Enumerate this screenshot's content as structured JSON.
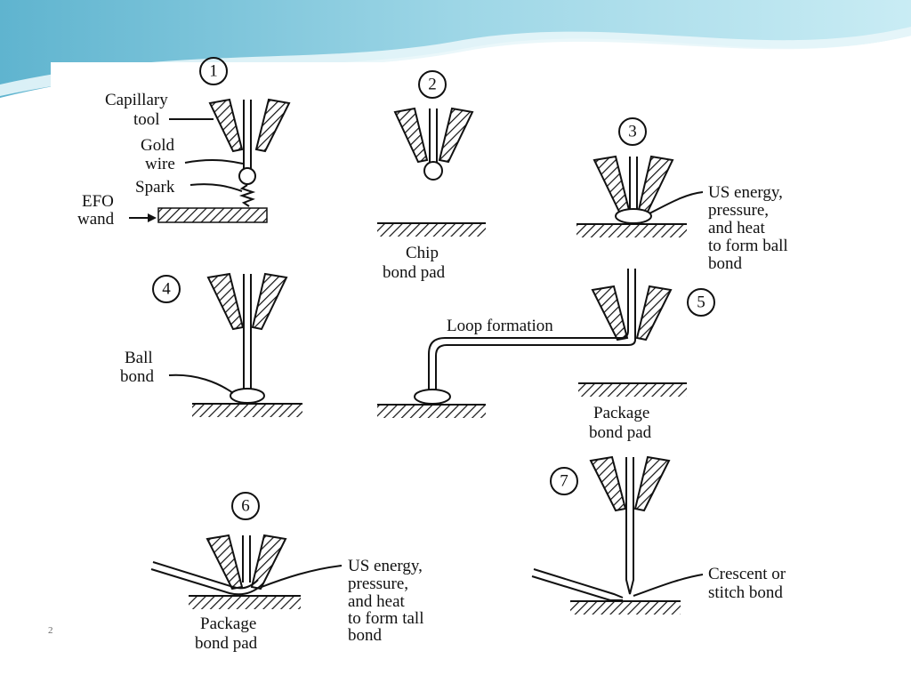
{
  "colors": {
    "background_top": "#7fc7dc",
    "wave_light": "#d6eef5",
    "ink": "#111111"
  },
  "steps": [
    {
      "number": "1",
      "labels": {
        "capillary": [
          "Capillary",
          "tool"
        ],
        "wire": [
          "Gold",
          "wire"
        ],
        "spark": "Spark",
        "efo": [
          "EFO",
          "wand"
        ]
      }
    },
    {
      "number": "2",
      "labels": {
        "pad": [
          "Chip",
          "bond pad"
        ]
      }
    },
    {
      "number": "3",
      "labels": {
        "note": [
          "US energy,",
          "pressure,",
          "and heat",
          "to form ball",
          "bond"
        ]
      }
    },
    {
      "number": "4",
      "labels": {
        "ball": [
          "Ball",
          "bond"
        ]
      }
    },
    {
      "number": "5",
      "labels": {
        "loop": "Loop formation",
        "pad": [
          "Package",
          "bond pad"
        ]
      }
    },
    {
      "number": "6",
      "labels": {
        "note": [
          "US energy,",
          "pressure,",
          "and heat",
          "to form tall",
          "bond"
        ],
        "pad": [
          "Package",
          "bond pad"
        ]
      }
    },
    {
      "number": "7",
      "labels": {
        "note": [
          "Crescent or",
          "stitch bond"
        ]
      }
    }
  ],
  "corner_mark": "2"
}
